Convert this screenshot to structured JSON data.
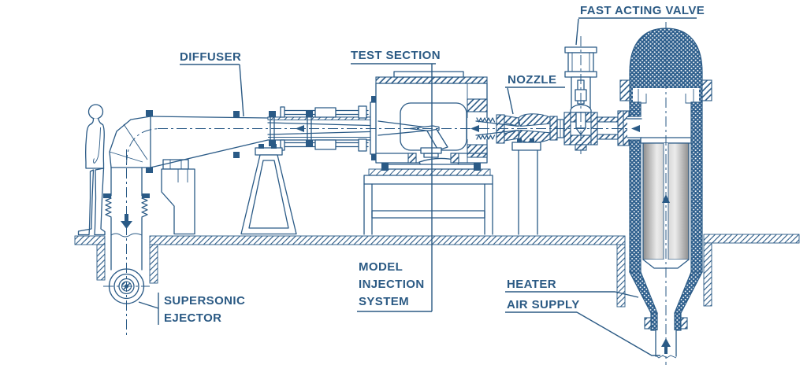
{
  "diagram": {
    "background": "#ffffff",
    "line_color": "#2a5a86",
    "label_color": "#2b5a84",
    "core_gray": "#9a9a9a",
    "labels": {
      "diffuser": "DIFFUSER",
      "test_section": "TEST SECTION",
      "nozzle": "NOZZLE",
      "fast_acting_valve": "FAST ACTING VALVE",
      "model_injection_system": [
        "MODEL",
        "INJECTION",
        "SYSTEM"
      ],
      "supersonic_ejector": [
        "SUPERSONIC",
        "EJECTOR"
      ],
      "heater": "HEATER",
      "air_supply": "AIR SUPPLY"
    }
  }
}
